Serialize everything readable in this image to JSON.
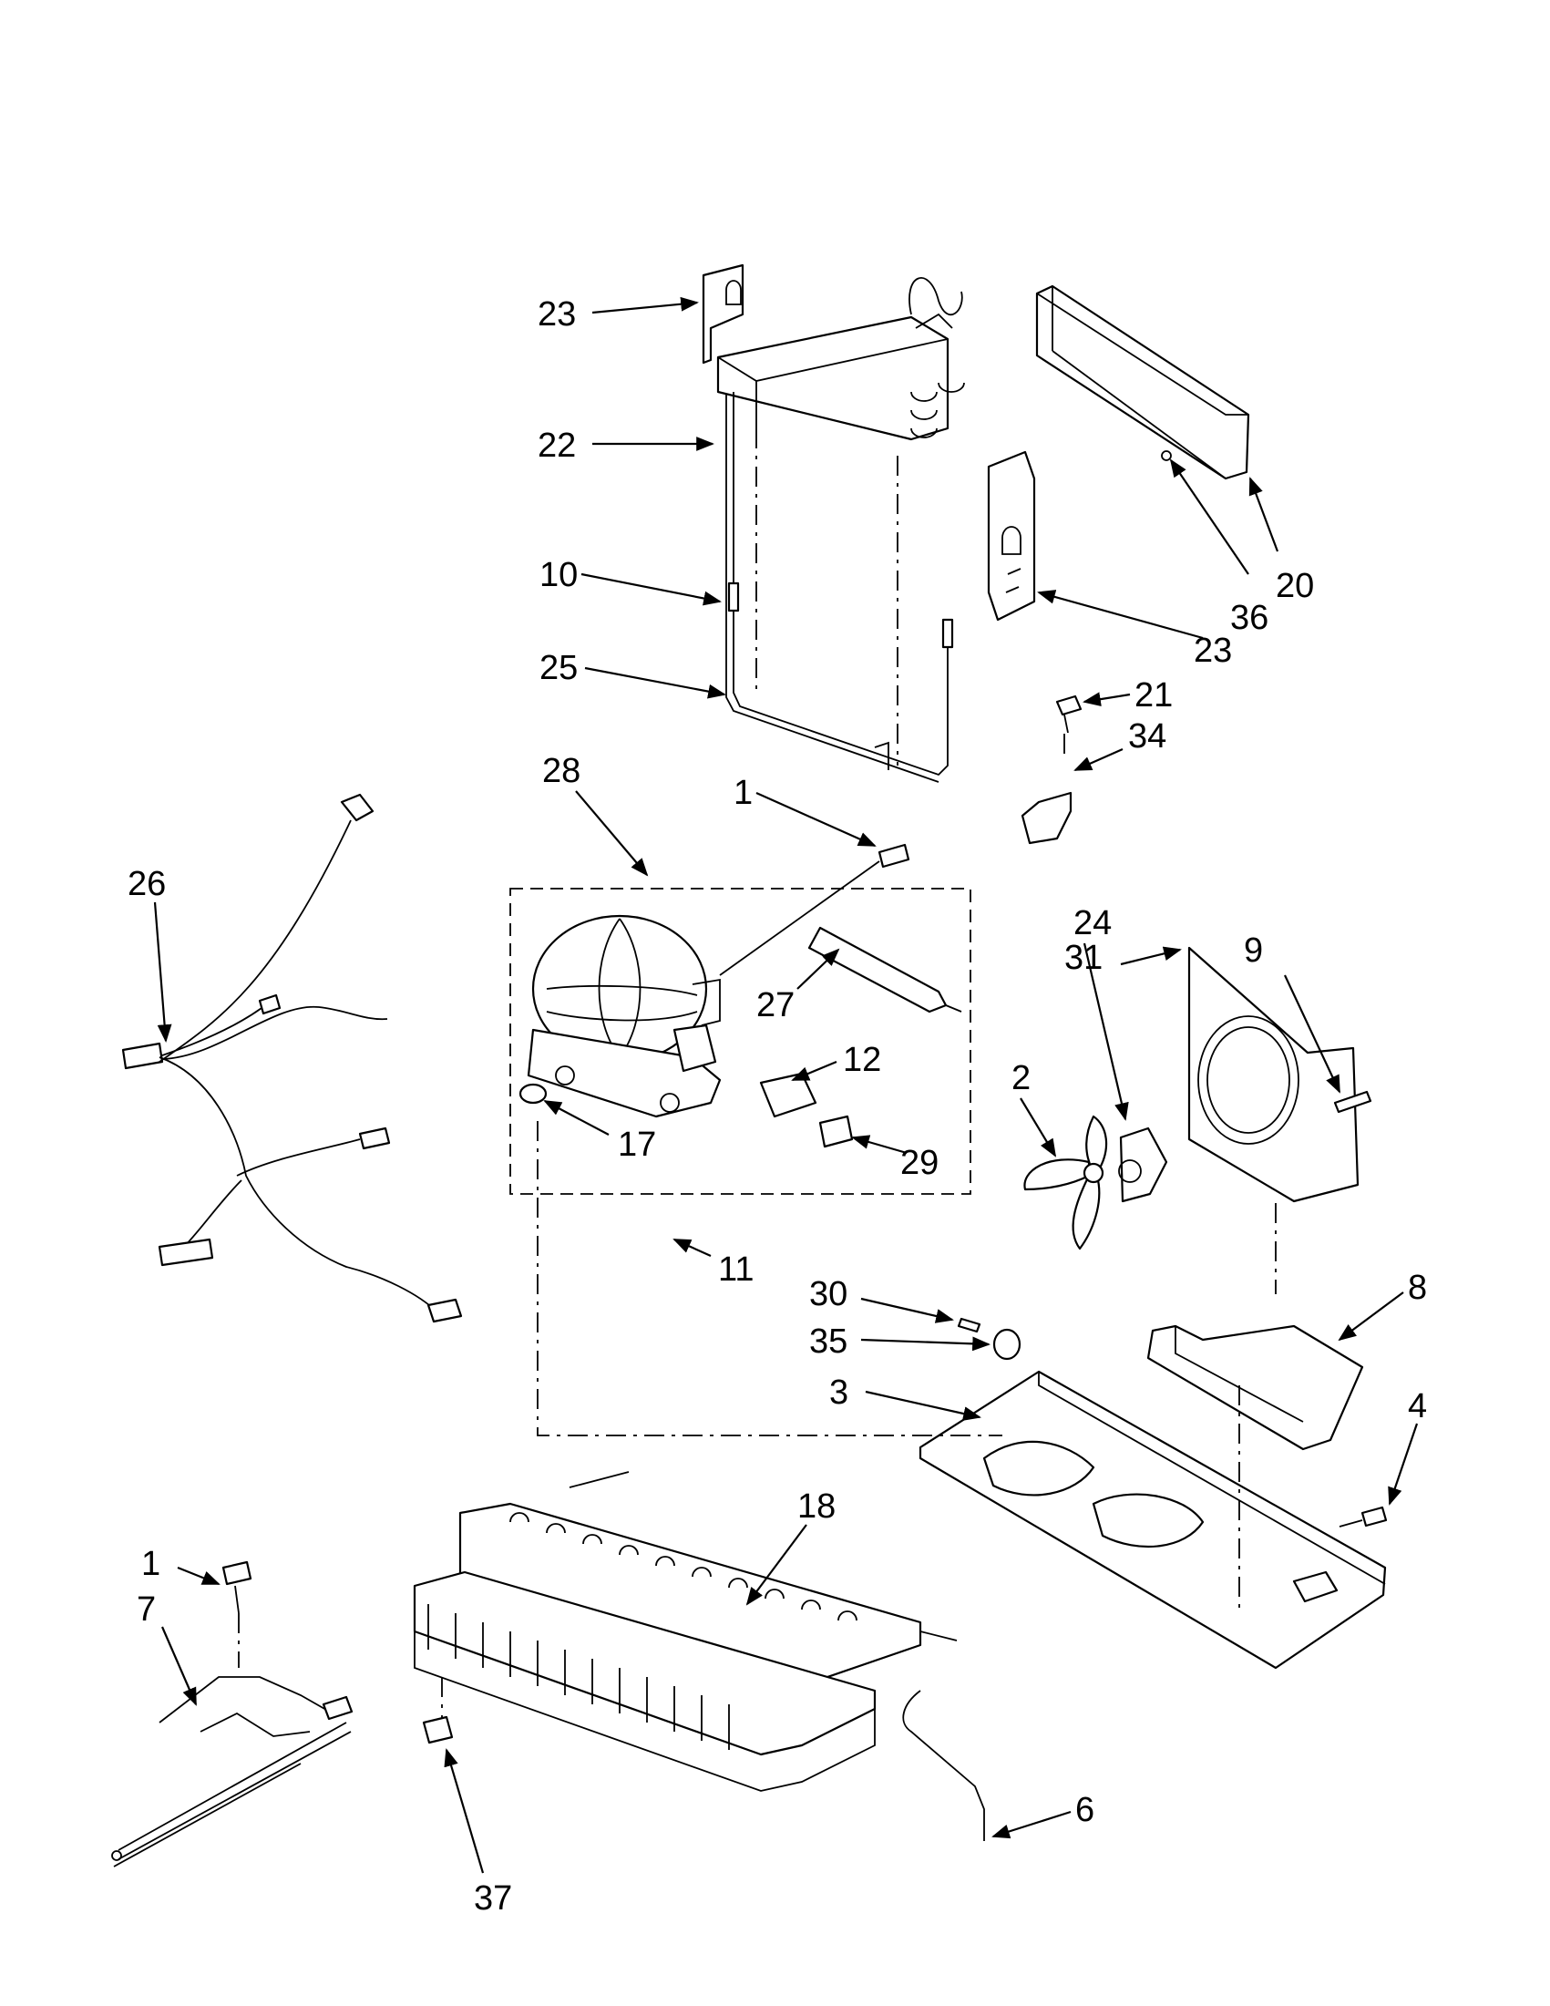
{
  "diagram": {
    "callouts": {
      "c23a": "23",
      "c22": "22",
      "c10": "10",
      "c25": "25",
      "c23b": "23",
      "c36": "36",
      "c20": "20",
      "c21": "21",
      "c34": "34",
      "c28": "28",
      "c1a": "1",
      "c26": "26",
      "c27": "27",
      "c12": "12",
      "c17": "17",
      "c29": "29",
      "c31": "31",
      "c9": "9",
      "c24": "24",
      "c2": "2",
      "c11": "11",
      "c30": "30",
      "c8": "8",
      "c35": "35",
      "c3": "3",
      "c4": "4",
      "c18": "18",
      "c1b": "1",
      "c7": "7",
      "c37": "37",
      "c6": "6"
    }
  }
}
